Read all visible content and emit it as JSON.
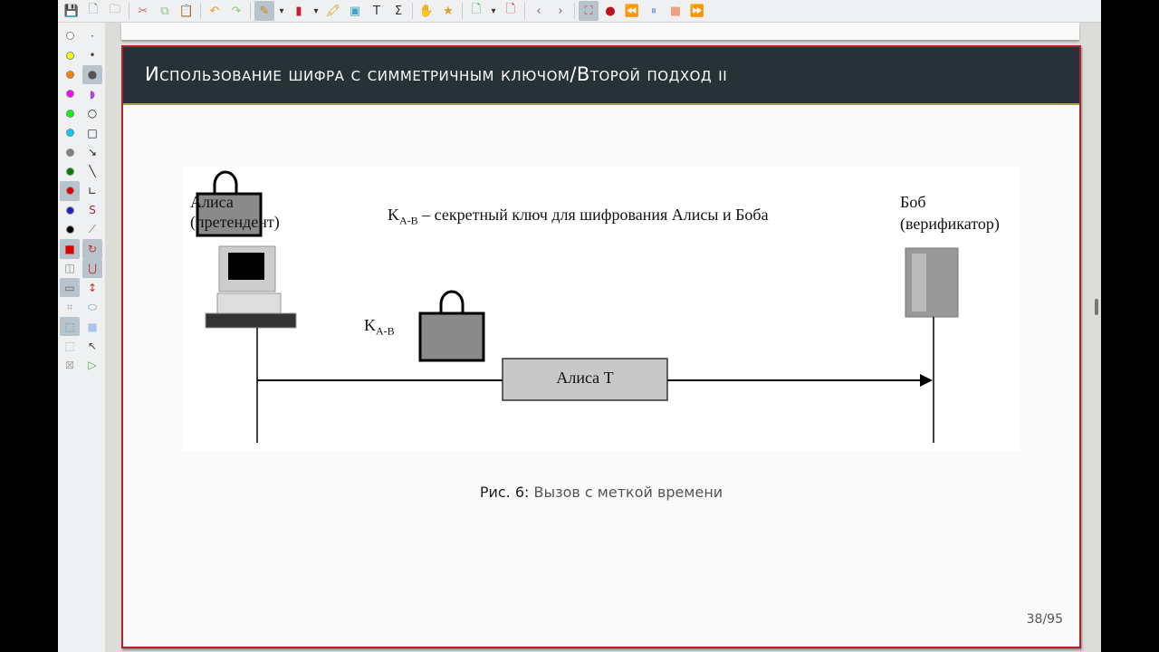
{
  "toolbar": {
    "icons": [
      "save-icon",
      "new-page-icon",
      "open-icon",
      "cut-icon",
      "copy-icon",
      "paste-icon",
      "undo-icon",
      "redo-icon",
      "pen-icon",
      "dropdown-icon",
      "eraser-icon",
      "dropdown-icon",
      "highlighter-icon",
      "image-icon",
      "text-icon",
      "formula-icon",
      "hand-icon",
      "favorite-tool-icon",
      "add-page-icon",
      "dropdown-icon",
      "delete-page-icon",
      "previous-icon",
      "next-icon",
      "fit-icon",
      "record-icon",
      "rewind-icon",
      "pause-icon",
      "stop-icon",
      "fast-forward-icon"
    ]
  },
  "palette": {
    "colors": [
      "#ffffff",
      "#ffff00",
      "#ff8000",
      "#ff00ff",
      "#00ff00",
      "#00ccff",
      "#808080",
      "#008000",
      "#e00000",
      "#2020c0",
      "#000000"
    ]
  },
  "slide": {
    "title": "Использование шифра с симметричным ключом/Второй подход ii",
    "figure": {
      "alice_label": "Алиса",
      "alice_role": "(претендент)",
      "bob_label": "Боб",
      "bob_role": "(верификатор)",
      "key_legend_k": "K",
      "key_legend_sub": "A-B",
      "key_legend_text": " – секретный ключ для шифрования Алисы и Боба",
      "key_k": "K",
      "key_sub": "A-B",
      "message": "Алиса T"
    },
    "caption_prefix": "Рис. 6:",
    "caption_text": " Вызов с меткой времени",
    "page_number": "38/95"
  }
}
